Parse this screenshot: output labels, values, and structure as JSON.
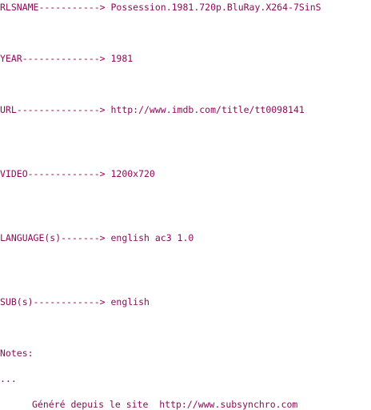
{
  "nfo": {
    "rlsname": "RLSNAME-----------> Possession.1981.720p.BluRay.X264-7SinS",
    "year": "YEAR--------------> 1981",
    "url": "URL---------------> http://www.imdb.com/title/tt0098141",
    "video": "VIDEO-------------> 1200x720",
    "language": "LANGUAGE(s)-------> english ac3 1.0",
    "sub": "SUB(s)------------> english",
    "notes_label": "Notes:",
    "notes_text": "..."
  },
  "footer": {
    "text": "Généré depuis le site  http://www.subsynchro.com"
  },
  "colors": {
    "text": "#8c0b5a",
    "background": "#ffffff"
  }
}
